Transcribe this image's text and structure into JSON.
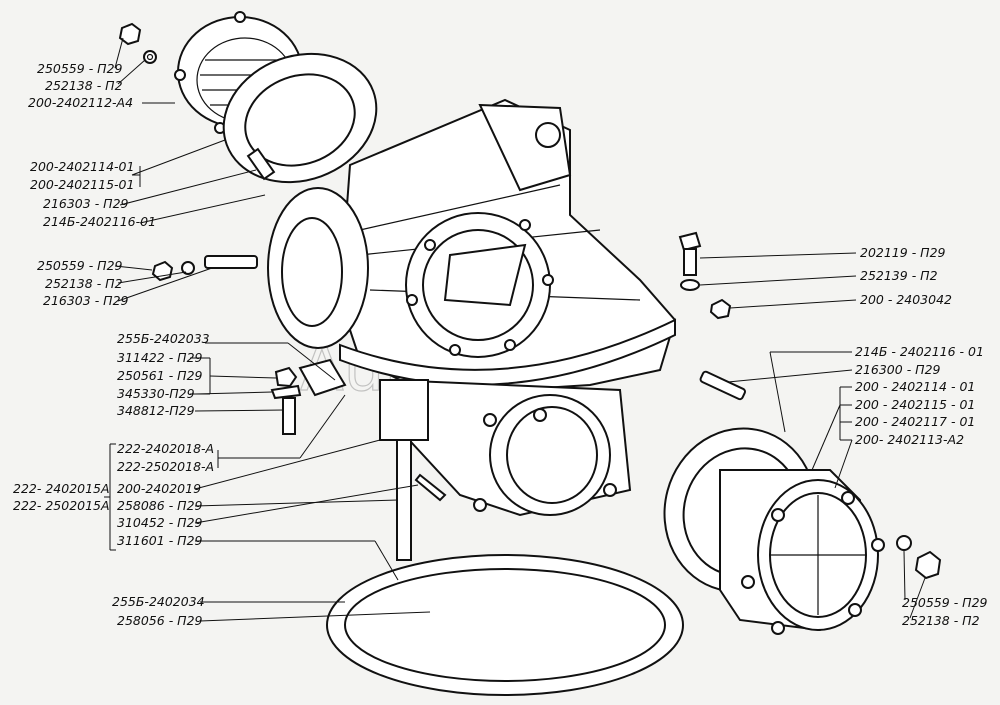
{
  "watermark": "AutoSoft",
  "callouts": {
    "l01": "250559 - П29",
    "l02": "252138 - П2",
    "l03": "200-2402112-А4",
    "l04": "200-2402114-01",
    "l05": "200-2402115-01",
    "l06": "216303 - П29",
    "l07": "214Б-2402116-01",
    "l08": "250559 - П29",
    "l09": "252138 - П2",
    "l10": "216303 - П29",
    "l11": "255Б-2402033",
    "l12": "311422 - П29",
    "l13": "250561 - П29",
    "l14": "345330-П29",
    "l15": "348812-П29",
    "l16": "222-2402018-А",
    "l17": "222-2502018-А",
    "l18": "200-2402019",
    "l19": "258086 - П29",
    "l20": "310452 - П29",
    "l21": "311601 - П29",
    "l22": "222- 2402015А",
    "l23": "222- 2502015А",
    "l24": "255Б-2402034",
    "l25": "258056 - П29",
    "r01": "202119 - П29",
    "r02": "252139 - П2",
    "r03": "200 - 2403042",
    "r04": "214Б - 2402116 - 01",
    "r05": "216300 - П29",
    "r06": "200 - 2402114 - 01",
    "r07": "200 - 2402115 - 01",
    "r08": "200 - 2402117 - 01",
    "r09": "200- 2402113-А2",
    "r10": "250559 - П29",
    "r11": "252138 - П2"
  }
}
